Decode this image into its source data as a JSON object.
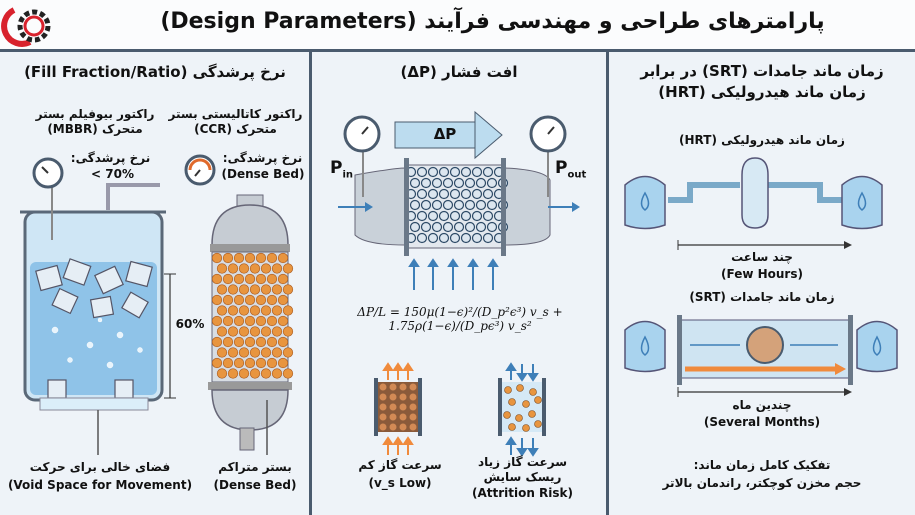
{
  "header": {
    "title": "پارامترهای طراحی و مهندسی فرآیند (Design Parameters)",
    "logo": "gear-rings-logo"
  },
  "left_panel": {
    "title": "نرخ پرشدگی (Fill Fraction/Ratio)",
    "mbbr": {
      "title": "راکتور بیوفیلم بستر متحرک (MBBR)",
      "fill_label": "نرخ پرشدگی:",
      "fill_value": "< 70%",
      "level_label": "60%",
      "caption_fa": "فضای خالی برای حرکت",
      "caption_en": "(Void Space for Movement)"
    },
    "ccr": {
      "title": "راکتور کاتالیستی بستر متحرک (CCR)",
      "fill_label": "نرخ پرشدگی:",
      "fill_value": "(Dense Bed)",
      "caption_fa": "بستر متراکم",
      "caption_en": "(Dense Bed)"
    }
  },
  "middle_panel": {
    "title": "افت فشار (ΔP)",
    "arrow_label": "ΔP",
    "p_in": "P",
    "p_in_sub": "in",
    "p_out": "P",
    "p_out_sub": "out",
    "equation": "ΔP/L = 150μ(1−ϵ)²/(D_p²ϵ³) v_s + 1.75ρ(1−ϵ)/(D_pϵ³) v_s²",
    "low": {
      "fa": "سرعت گاز کم",
      "en": "(v_s Low)"
    },
    "high": {
      "fa": "سرعت گاز زیاد",
      "fa2": "ریسک سایش",
      "en": "(Attrition Risk)"
    }
  },
  "right_panel": {
    "title_line1": "زمان ماند جامدات (SRT) در برابر",
    "title_line2": "زمان ماند هیدرولیکی (HRT)",
    "hrt": {
      "title": "زمان ماند هیدرولیکی (HRT)",
      "duration_fa": "چند ساعت",
      "duration_en": "(Few Hours)"
    },
    "srt": {
      "title": "زمان ماند جامدات (SRT)",
      "duration_fa": "چندین ماه",
      "duration_en": "(Several Months)"
    },
    "conclusion_line1": "تفکیک کامل زمان ماند:",
    "conclusion_line2": "حجم مخزن کوچکتر، راندمان بالاتر"
  },
  "colors": {
    "frame": "#4a5b6e",
    "water": "#a9d3ee",
    "bead": "#e8953f",
    "arrow_blue": "#3e7fb8",
    "arrow_orange": "#f08a3c"
  }
}
